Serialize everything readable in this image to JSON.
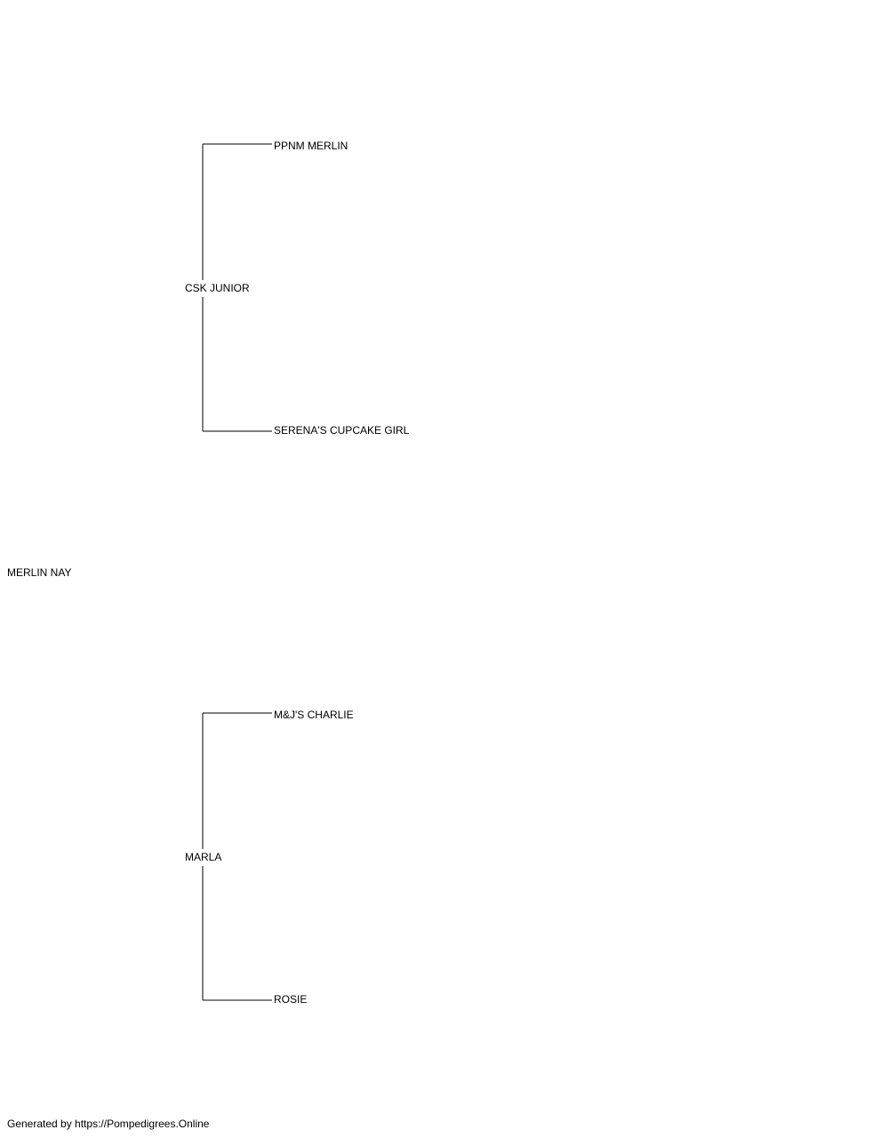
{
  "pedigree": {
    "subject": "MERLIN NAY",
    "sire": {
      "name": "CSK JUNIOR",
      "sire": "PPNM MERLIN",
      "dam": "SERENA'S CUPCAKE GIRL"
    },
    "dam": {
      "name": "MARLA",
      "sire": "M&J'S CHARLIE",
      "dam": "ROSIE"
    }
  },
  "footer": {
    "text": "Generated by https://Pompedigrees.Online"
  },
  "colors": {
    "line": "#000000",
    "text": "#000000",
    "background": "#ffffff"
  }
}
